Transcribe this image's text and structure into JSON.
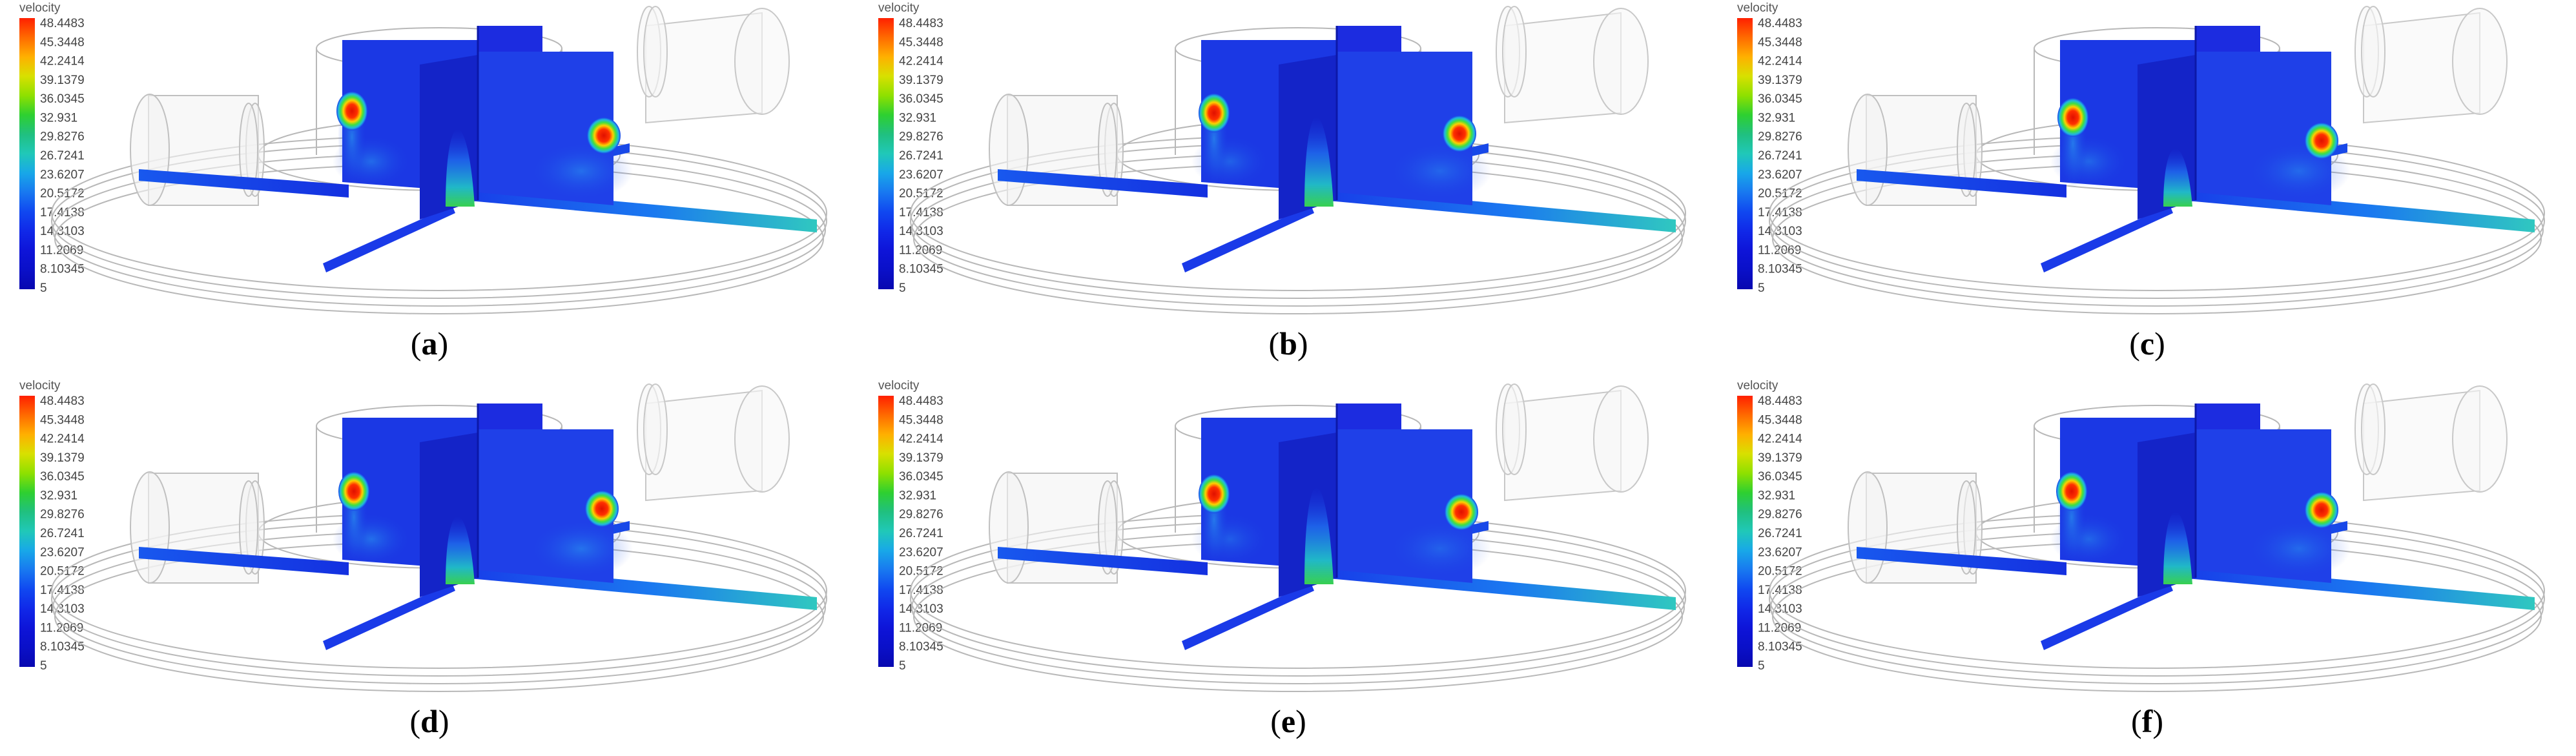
{
  "figure": {
    "legend": {
      "title": "velocity",
      "ticks": [
        "48.4483",
        "45.3448",
        "42.2414",
        "39.1379",
        "36.0345",
        "32.931",
        "29.8276",
        "26.7241",
        "23.6207",
        "20.5172",
        "17.4138",
        "14.3103",
        "11.2069",
        "8.10345",
        "5"
      ],
      "colors": [
        "#ff2000",
        "#ff6a00",
        "#ffb000",
        "#d8e000",
        "#8ee000",
        "#2ed030",
        "#20c080",
        "#20c8b8",
        "#18a8e8",
        "#1878f0",
        "#1048f0",
        "#1028e8",
        "#0e14d8",
        "#0a10c8",
        "#0808b0"
      ]
    },
    "panels": [
      {
        "letter": "a"
      },
      {
        "letter": "b"
      },
      {
        "letter": "c"
      },
      {
        "letter": "d"
      },
      {
        "letter": "e"
      },
      {
        "letter": "f"
      }
    ]
  }
}
